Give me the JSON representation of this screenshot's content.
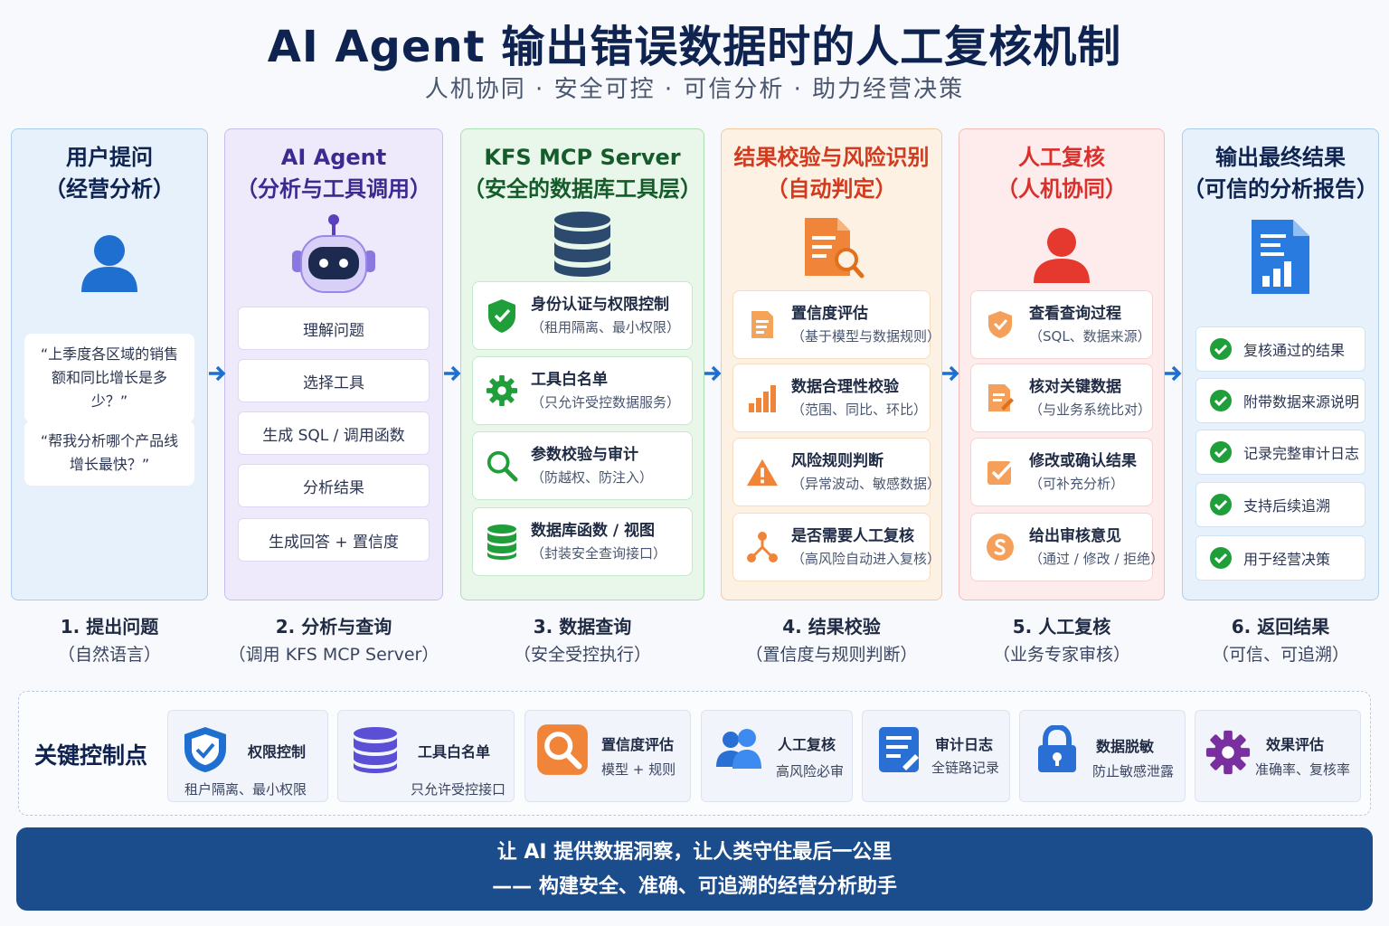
{
  "title": "AI Agent 输出错误数据时的人工复核机制",
  "subtitle": "人机协同 · 安全可控 · 可信分析 · 助力经营决策",
  "colors": {
    "blue": "#1f6fd1",
    "purple": "#5b3fbf",
    "green": "#1f9e3a",
    "orange": "#e0701c",
    "red": "#d9302c",
    "navy": "#0f2350"
  },
  "columns": [
    {
      "head1": "用户提问",
      "head2": "（经营分析）",
      "icon": "user-icon",
      "quotes": [
        "“上季度各区域的销售额和同比增长是多少？”",
        "“帮我分析哪个产品线增长最快？”"
      ]
    },
    {
      "head1": "AI Agent",
      "head2": "（分析与工具调用）",
      "icon": "robot-icon",
      "items": [
        "理解问题",
        "选择工具",
        "生成 SQL / 调用函数",
        "分析结果",
        "生成回答 + 置信度"
      ]
    },
    {
      "head1": "KFS MCP Server",
      "head2": "（安全的数据库工具层）",
      "icon": "database-icon",
      "items": [
        {
          "t1": "身份认证与权限控制",
          "t2": "（租用隔离、最小权限）",
          "icon": "shield-check-icon"
        },
        {
          "t1": "工具白名单",
          "t2": "（只允许受控数据服务）",
          "icon": "gear-icon"
        },
        {
          "t1": "参数校验与审计",
          "t2": "（防越权、防注入）",
          "icon": "search-icon"
        },
        {
          "t1": "数据库函数 / 视图",
          "t2": "（封装安全查询接口）",
          "icon": "database-icon"
        }
      ]
    },
    {
      "head1": "结果校验与风险识别",
      "head2": "（自动判定）",
      "icon": "document-search-icon",
      "items": [
        {
          "t1": "置信度评估",
          "t2": "（基于模型与数据规则）",
          "icon": "document-icon"
        },
        {
          "t1": "数据合理性校验",
          "t2": "（范围、同比、环比）",
          "icon": "bar-chart-icon"
        },
        {
          "t1": "风险规则判断",
          "t2": "（异常波动、敏感数据）",
          "icon": "warning-icon"
        },
        {
          "t1": "是否需要人工复核",
          "t2": "（高风险自动进入复核）",
          "icon": "branch-icon"
        }
      ]
    },
    {
      "head1": "人工复核",
      "head2": "（人机协同）",
      "icon": "user-icon",
      "items": [
        {
          "t1": "查看查询过程",
          "t2": "（SQL、数据来源）",
          "icon": "shield-icon"
        },
        {
          "t1": "核对关键数据",
          "t2": "（与业务系统比对）",
          "icon": "document-edit-icon"
        },
        {
          "t1": "修改或确认结果",
          "t2": "（可补充分析）",
          "icon": "checkbox-icon"
        },
        {
          "t1": "给出审核意见",
          "t2": "（通过 / 修改 / 拒绝）",
          "icon": "approval-icon"
        }
      ]
    },
    {
      "head1": "输出最终结果",
      "head2": "（可信的分析报告）",
      "icon": "report-icon",
      "items": [
        "复核通过的结果",
        "附带数据来源说明",
        "记录完整审计日志",
        "支持后续追溯",
        "用于经营决策"
      ]
    }
  ],
  "steps": [
    {
      "s1": "1. 提出问题",
      "s2": "（自然语言）"
    },
    {
      "s1": "2. 分析与查询",
      "s2": "（调用 KFS MCP Server）"
    },
    {
      "s1": "3. 数据查询",
      "s2": "（安全受控执行）"
    },
    {
      "s1": "4. 结果校验",
      "s2": "（置信度与规则判断）"
    },
    {
      "s1": "5. 人工复核",
      "s2": "（业务专家审核）"
    },
    {
      "s1": "6. 返回结果",
      "s2": "（可信、可追溯）"
    }
  ],
  "key_controls": {
    "title": "关键控制点",
    "cards": [
      {
        "k1": "权限控制",
        "k2": "租户隔离、最小权限",
        "icon": "shield-check-icon"
      },
      {
        "k1": "工具白名单",
        "k2": "只允许受控接口",
        "icon": "database-icon"
      },
      {
        "k1": "置信度评估",
        "k2": "模型 + 规则",
        "icon": "search-icon"
      },
      {
        "k1": "人工复核",
        "k2": "高风险必审",
        "icon": "users-icon"
      },
      {
        "k1": "审计日志",
        "k2": "全链路记录",
        "icon": "document-icon"
      },
      {
        "k1": "数据脱敏",
        "k2": "防止敏感泄露",
        "icon": "lock-icon"
      },
      {
        "k1": "效果评估",
        "k2": "准确率、复核率",
        "icon": "gear-icon"
      }
    ]
  },
  "banner": {
    "line1": "让 AI 提供数据洞察，让人类守住最后一公里",
    "line2": "—— 构建安全、准确、可追溯的经营分析助手"
  }
}
